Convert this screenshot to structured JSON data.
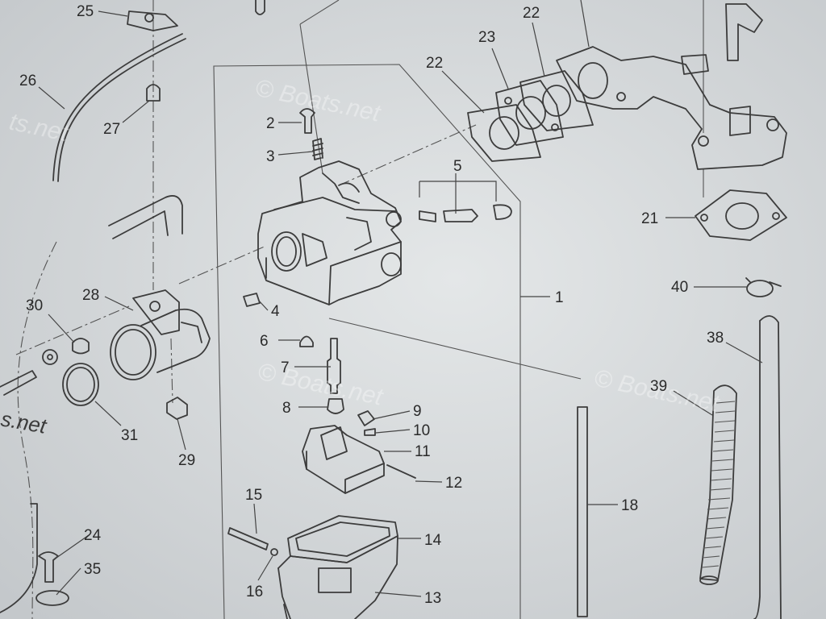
{
  "labels": {
    "p1": "1",
    "p2": "2",
    "p3": "3",
    "p4": "4",
    "p5": "5",
    "p6": "6",
    "p7": "7",
    "p8": "8",
    "p9": "9",
    "p10": "10",
    "p11": "11",
    "p12": "12",
    "p13": "13",
    "p14": "14",
    "p15": "15",
    "p16": "16",
    "p18": "18",
    "p21": "21",
    "p22a": "22",
    "p22b": "22",
    "p23": "23",
    "p24": "24",
    "p25": "25",
    "p26": "26",
    "p27": "27",
    "p28": "28",
    "p29": "29",
    "p30": "30",
    "p31": "31",
    "p35": "35",
    "p38": "38",
    "p39": "39",
    "p40": "40"
  },
  "watermarks": {
    "w1": "© Boats.net",
    "w2": "© Boats.net",
    "w3": "© Boats.net",
    "w4": "ts.net",
    "w5": "s.net"
  },
  "colors": {
    "background": "#d9dcde",
    "ink": "#3c3c3c"
  }
}
